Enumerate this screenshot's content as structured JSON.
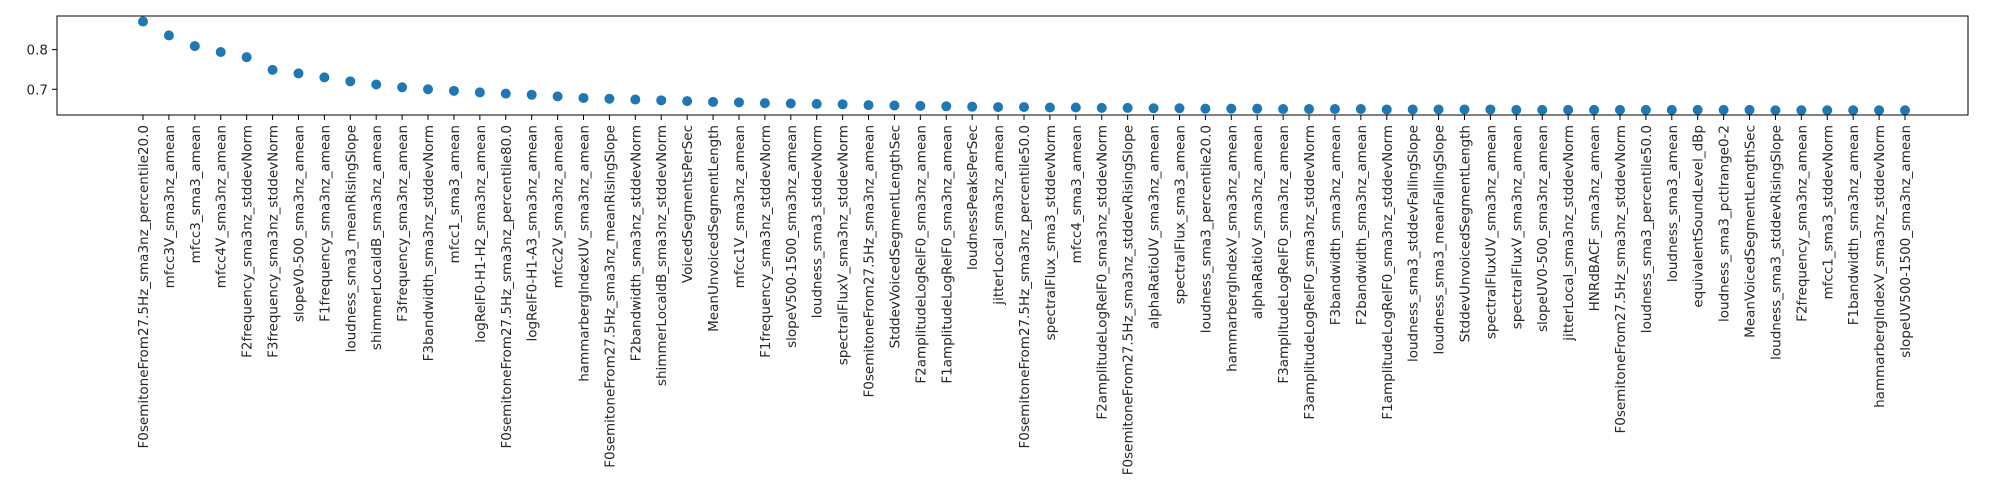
{
  "chart_data": {
    "type": "scatter",
    "title": "",
    "xlabel": "",
    "ylabel": "",
    "ylim": [
      0.635,
      0.885
    ],
    "yticks": [
      0.7,
      0.8
    ],
    "ytick_labels": [
      "0.7",
      "0.8"
    ],
    "grid": false,
    "marker_color": "#1f77b4",
    "categories": [
      "F0semitoneFrom27.5Hz_sma3nz_percentile20.0",
      "mfcc3V_sma3nz_amean",
      "mfcc3_sma3_amean",
      "mfcc4V_sma3nz_amean",
      "F2frequency_sma3nz_stddevNorm",
      "F3frequency_sma3nz_stddevNorm",
      "slopeV0-500_sma3nz_amean",
      "F1frequency_sma3nz_amean",
      "loudness_sma3_meanRisingSlope",
      "shimmerLocaldB_sma3nz_amean",
      "F3frequency_sma3nz_amean",
      "F3bandwidth_sma3nz_stddevNorm",
      "mfcc1_sma3_amean",
      "logRelF0-H1-H2_sma3nz_amean",
      "F0semitoneFrom27.5Hz_sma3nz_percentile80.0",
      "logRelF0-H1-A3_sma3nz_amean",
      "mfcc2V_sma3nz_amean",
      "hammarbergIndexUV_sma3nz_amean",
      "F0semitoneFrom27.5Hz_sma3nz_meanRisingSlope",
      "F2bandwidth_sma3nz_stddevNorm",
      "shimmerLocaldB_sma3nz_stddevNorm",
      "VoicedSegmentsPerSec",
      "MeanUnvoicedSegmentLength",
      "mfcc1V_sma3nz_amean",
      "F1frequency_sma3nz_stddevNorm",
      "slopeV500-1500_sma3nz_amean",
      "loudness_sma3_stddevNorm",
      "spectralFluxV_sma3nz_stddevNorm",
      "F0semitoneFrom27.5Hz_sma3nz_amean",
      "StddevVoicedSegmentLengthSec",
      "F2amplitudeLogRelF0_sma3nz_amean",
      "F1amplitudeLogRelF0_sma3nz_amean",
      "loudnessPeaksPerSec",
      "jitterLocal_sma3nz_amean",
      "F0semitoneFrom27.5Hz_sma3nz_percentile50.0",
      "spectralFlux_sma3_stddevNorm",
      "mfcc4_sma3_amean",
      "F2amplitudeLogRelF0_sma3nz_stddevNorm",
      "F0semitoneFrom27.5Hz_sma3nz_stddevRisingSlope",
      "alphaRatioUV_sma3nz_amean",
      "spectralFlux_sma3_amean",
      "loudness_sma3_percentile20.0",
      "hammarbergIndexV_sma3nz_amean",
      "alphaRatioV_sma3nz_amean",
      "F3amplitudeLogRelF0_sma3nz_amean",
      "F3amplitudeLogRelF0_sma3nz_stddevNorm",
      "F3bandwidth_sma3nz_amean",
      "F2bandwidth_sma3nz_amean",
      "F1amplitudeLogRelF0_sma3nz_stddevNorm",
      "loudness_sma3_stddevFallingSlope",
      "loudness_sma3_meanFallingSlope",
      "StddevUnvoicedSegmentLength",
      "spectralFluxUV_sma3nz_amean",
      "spectralFluxV_sma3nz_amean",
      "slopeUV0-500_sma3nz_amean",
      "jitterLocal_sma3nz_stddevNorm",
      "HNRdBACF_sma3nz_amean",
      "F0semitoneFrom27.5Hz_sma3nz_stddevNorm",
      "loudness_sma3_percentile50.0",
      "loudness_sma3_amean",
      "equivalentSoundLevel_dBp",
      "loudness_sma3_pctlrange0-2",
      "MeanVoicedSegmentLengthSec",
      "loudness_sma3_stddevRisingSlope",
      "F2frequency_sma3nz_amean",
      "mfcc1_sma3_stddevNorm",
      "F1bandwidth_sma3nz_amean",
      "hammarbergIndexV_sma3nz_stddevNorm",
      "slopeUV500-1500_sma3nz_amean"
    ],
    "values": [
      0.871,
      0.836,
      0.809,
      0.794,
      0.781,
      0.749,
      0.74,
      0.73,
      0.72,
      0.712,
      0.705,
      0.7,
      0.696,
      0.692,
      0.689,
      0.686,
      0.682,
      0.678,
      0.676,
      0.674,
      0.672,
      0.67,
      0.668,
      0.667,
      0.665,
      0.664,
      0.663,
      0.662,
      0.66,
      0.659,
      0.658,
      0.657,
      0.656,
      0.655,
      0.655,
      0.654,
      0.654,
      0.653,
      0.653,
      0.652,
      0.652,
      0.651,
      0.651,
      0.651,
      0.65,
      0.65,
      0.65,
      0.65,
      0.649,
      0.649,
      0.649,
      0.649,
      0.649,
      0.648,
      0.648,
      0.648,
      0.648,
      0.648,
      0.648,
      0.648,
      0.648,
      0.648,
      0.648,
      0.647,
      0.647,
      0.647,
      0.647,
      0.647,
      0.647
    ]
  }
}
